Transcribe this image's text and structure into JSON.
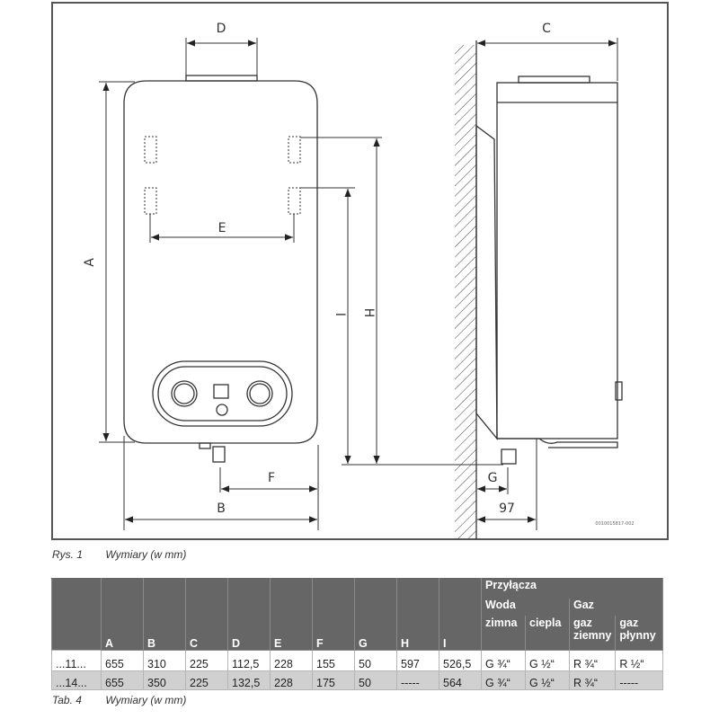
{
  "figure": {
    "dimension_labels": {
      "A": "A",
      "B": "B",
      "C": "C",
      "D": "D",
      "E": "E",
      "F": "F",
      "G": "G",
      "H": "H",
      "I": "I",
      "depth": "97"
    },
    "drawing_code": "0010015817-002",
    "caption_number": "Rys. 1",
    "caption_text": "Wymiary (w mm)"
  },
  "table": {
    "group_header": "Przyłącza",
    "subgroup_water": "Woda",
    "subgroup_gas": "Gaz",
    "columns": [
      "",
      "A",
      "B",
      "C",
      "D",
      "E",
      "F",
      "G",
      "H",
      "I",
      "zimna",
      "ciepla",
      "gaz ziemny",
      "gaz płynny"
    ],
    "column_gas_natural_line1": "gaz",
    "column_gas_natural_line2": "ziemny",
    "column_gas_liquid_line1": "gaz",
    "column_gas_liquid_line2": "płynny",
    "rows": [
      [
        "...11...",
        "655",
        "310",
        "225",
        "112,5",
        "228",
        "155",
        "50",
        "597",
        "526,5",
        "G ¾“",
        "G ½“",
        "R ¾“",
        "R ½“"
      ],
      [
        "...14...",
        "655",
        "350",
        "225",
        "132,5",
        "228",
        "175",
        "50",
        "-----",
        "564",
        "G ¾“",
        "G ½“",
        "R ¾“",
        "-----"
      ]
    ],
    "caption_number": "Tab. 4",
    "caption_text": "Wymiary (w mm)"
  }
}
